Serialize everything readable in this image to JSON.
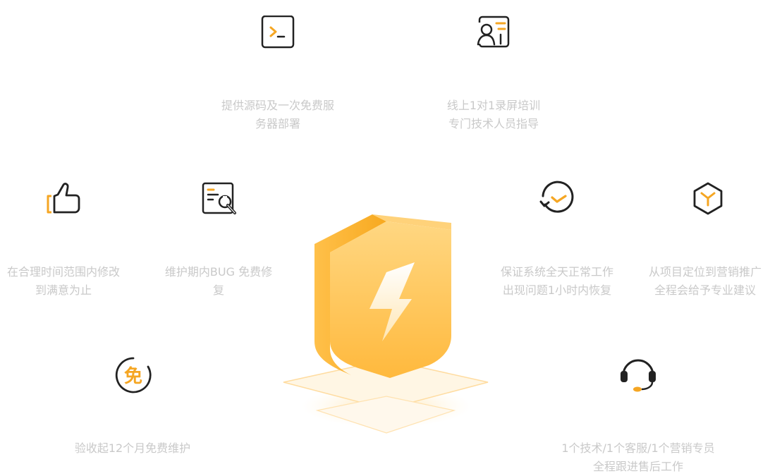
{
  "accent_color": "#f5a623",
  "features": [
    {
      "id": "source-code",
      "icon": "terminal-icon",
      "lines": [
        "提供源码及一次免费服",
        "务器部署"
      ]
    },
    {
      "id": "training",
      "icon": "trainer-icon",
      "lines": [
        "线上1对1录屏培训",
        "专门技术人员指导"
      ]
    },
    {
      "id": "satisfaction",
      "icon": "thumbs-up-icon",
      "lines": [
        "在合理时间范围内修改",
        "到满意为止"
      ]
    },
    {
      "id": "bug-fix",
      "icon": "wrench-window-icon",
      "lines": [
        "维护期内BUG 免费修",
        "复"
      ]
    },
    {
      "id": "uptime",
      "icon": "clock-refresh-icon",
      "lines": [
        "保证系统全天正常工作",
        "出现问题1小时内恢复"
      ]
    },
    {
      "id": "marketing",
      "icon": "hexagon-y-icon",
      "lines": [
        "从项目定位到营销推广",
        "全程会给予专业建议"
      ]
    },
    {
      "id": "free-maintenance",
      "icon": "free-badge-icon",
      "icon_text": "免",
      "lines": [
        "验收起12个月免费维护"
      ]
    },
    {
      "id": "support-team",
      "icon": "headset-icon",
      "lines": [
        "1个技术/1个客服/1个营销专员",
        "全程跟进售后工作"
      ]
    }
  ]
}
